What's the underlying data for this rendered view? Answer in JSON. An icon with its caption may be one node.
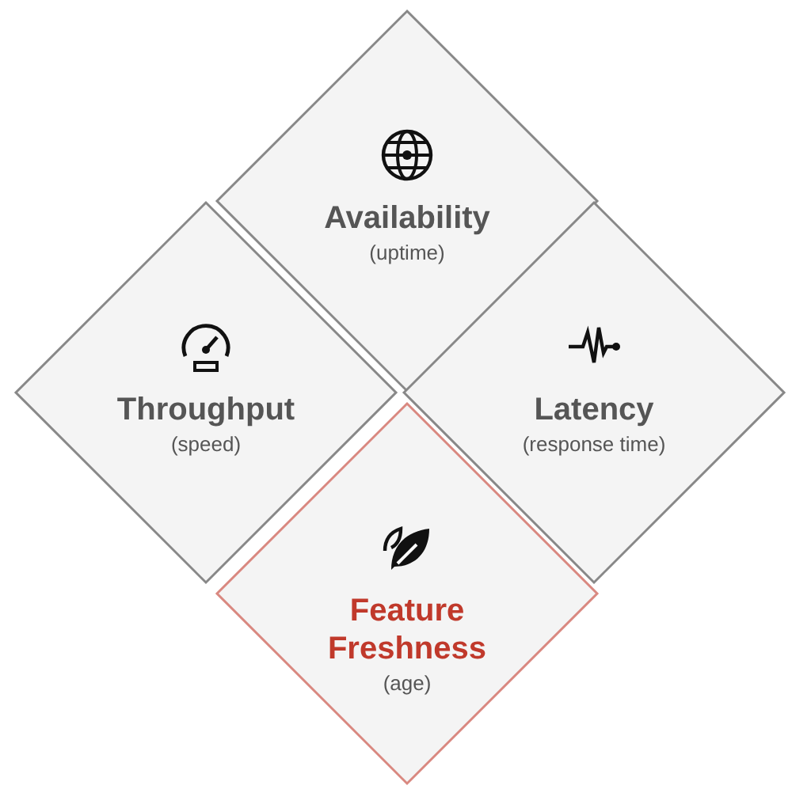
{
  "diagram": {
    "nodes": [
      {
        "text": [
          "Availability",
          "(uptime)"
        ]
      },
      {
        "text": [
          "Throughput",
          "(speed)"
        ]
      },
      {
        "text": [
          "Latency",
          "(response time)"
        ]
      },
      {
        "text": [
          "Feature Freshness",
          "(age)"
        ]
      }
    ]
  }
}
